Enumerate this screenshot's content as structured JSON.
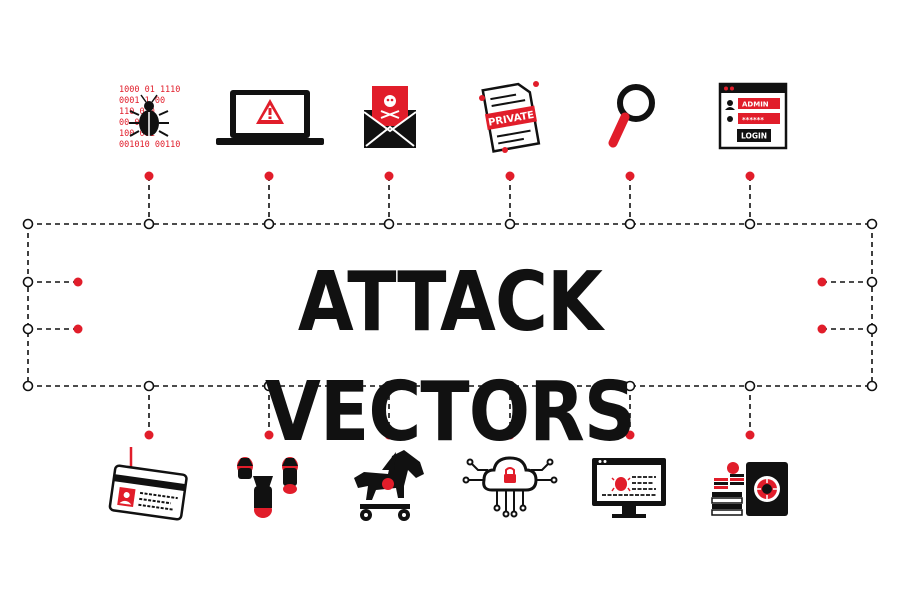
{
  "title": "ATTACK VECTORS",
  "colors": {
    "accent": "#e11d2a",
    "ink": "#111111",
    "background": "#ffffff"
  },
  "icons_top": [
    {
      "name": "malware-bug-binary-icon",
      "binary_lines": [
        "1000 01 1110",
        "0001 1 00",
        "110 010",
        "00 00",
        "100 011",
        "001010 00110"
      ]
    },
    {
      "name": "laptop-warning-icon"
    },
    {
      "name": "phishing-email-icon"
    },
    {
      "name": "private-document-icon",
      "label": "PRIVATE"
    },
    {
      "name": "magnifier-icon"
    },
    {
      "name": "login-form-icon",
      "username": "ADMIN",
      "password": "******",
      "button": "LOGIN"
    }
  ],
  "icons_bottom": [
    {
      "name": "hooked-id-card-icon"
    },
    {
      "name": "bombs-icon"
    },
    {
      "name": "trojan-horse-icon"
    },
    {
      "name": "cloud-circuit-icon"
    },
    {
      "name": "infected-monitor-icon"
    },
    {
      "name": "money-safe-icon"
    }
  ]
}
